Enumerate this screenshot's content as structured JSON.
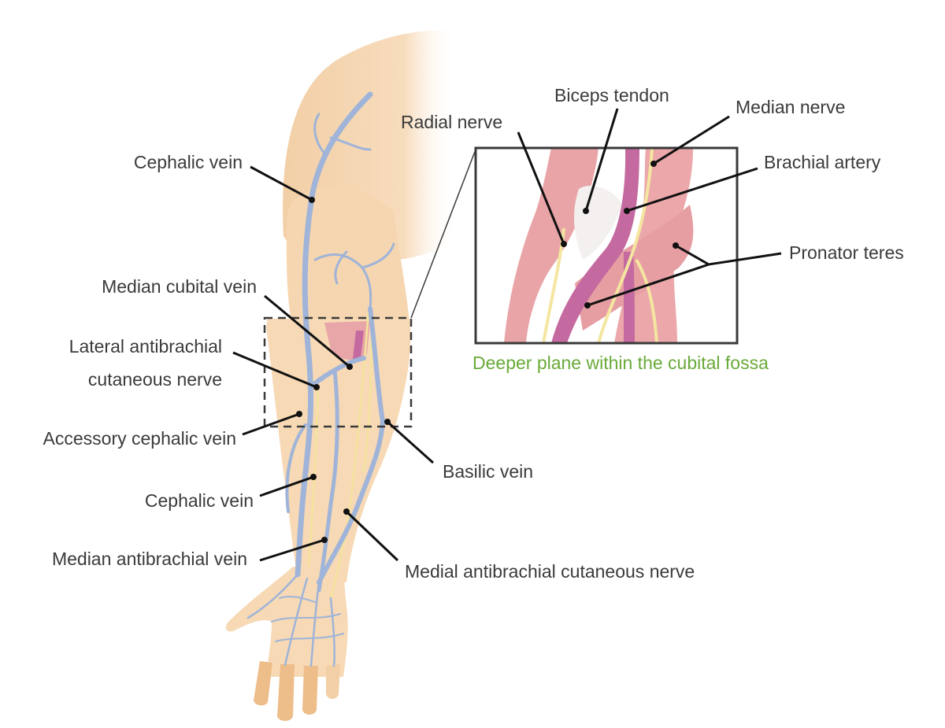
{
  "labels": {
    "cephalic_vein_upper": "Cephalic vein",
    "median_cubital_vein": "Median cubital vein",
    "lateral_antibrachial_line1": "Lateral antibrachial",
    "lateral_antibrachial_line2": "cutaneous nerve",
    "accessory_cephalic_vein": "Accessory cephalic vein",
    "cephalic_vein_lower": "Cephalic vein",
    "median_antibrachial_vein": "Median antibrachial vein",
    "basilic_vein": "Basilic vein",
    "medial_antibrachial_nerve": "Medial antibrachial cutaneous nerve",
    "radial_nerve": "Radial nerve",
    "biceps_tendon": "Biceps tendon",
    "median_nerve": "Median nerve",
    "brachial_artery": "Brachial artery",
    "pronator_teres": "Pronator teres"
  },
  "inset_caption": "Deeper plane within the cubital fossa",
  "colors": {
    "skin": "#f7d9b5",
    "skin_shadow": "#efc89c",
    "vein": "#9fb4d8",
    "nerve": "#f4e6a0",
    "muscle": "#e7a0a6",
    "artery": "#c46aa0",
    "caption": "#6aaa3a",
    "leader": "#111111"
  }
}
